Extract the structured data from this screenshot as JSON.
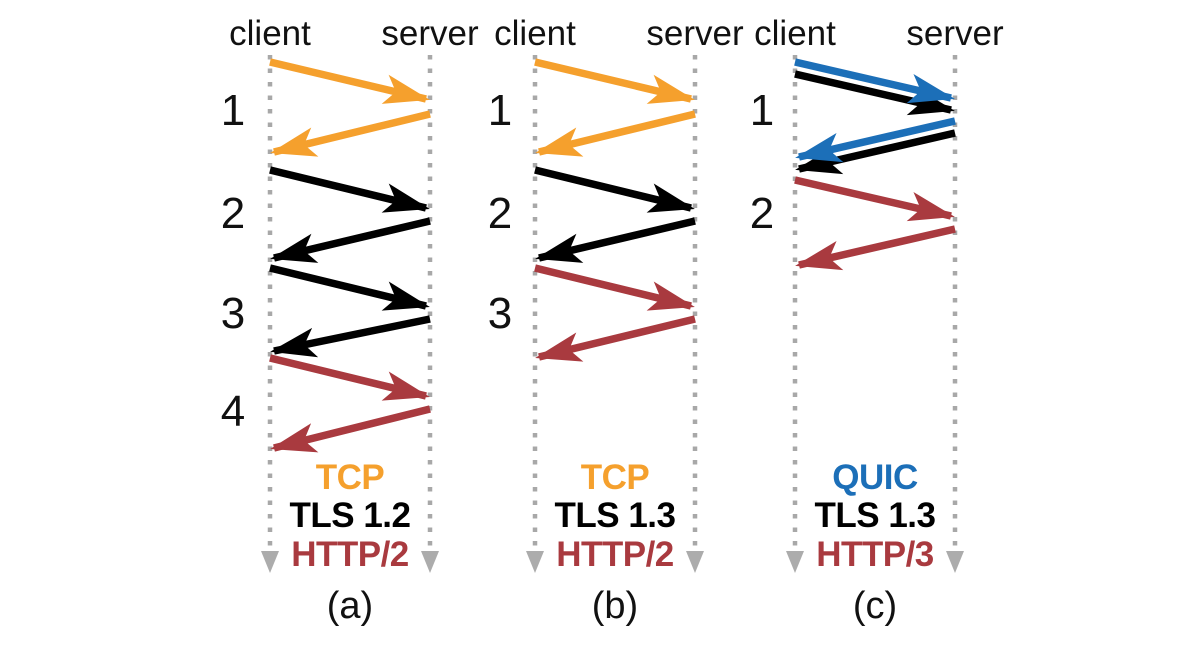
{
  "figure": {
    "description": "Round trips needed to establish a secure web connection with three protocol stacks",
    "colors": {
      "tcp_orange": "#F5A02D",
      "tls_black": "#000000",
      "http_red": "#A93A3F",
      "quic_blue": "#1C6FB8",
      "lifeline_gray": "#A8A8A8"
    }
  },
  "panels": [
    {
      "caption": "(a)",
      "client_label": "client",
      "server_label": "server",
      "round_trip_numbers": [
        "1",
        "2",
        "3",
        "4"
      ],
      "stack": [
        {
          "text": "TCP",
          "color": "#F5A02D"
        },
        {
          "text": "TLS 1.2",
          "color": "#000000"
        },
        {
          "text": "HTTP/2",
          "color": "#A93A3F"
        }
      ],
      "arrows": [
        {
          "round_trip": "1",
          "protocol": "TCP",
          "direction": "client-to-server",
          "color": "#F5A02D"
        },
        {
          "round_trip": "1",
          "protocol": "TCP",
          "direction": "server-to-client",
          "color": "#F5A02D"
        },
        {
          "round_trip": "2",
          "protocol": "TLS 1.2",
          "direction": "client-to-server",
          "color": "#000000"
        },
        {
          "round_trip": "2",
          "protocol": "TLS 1.2",
          "direction": "server-to-client",
          "color": "#000000"
        },
        {
          "round_trip": "3",
          "protocol": "TLS 1.2",
          "direction": "client-to-server",
          "color": "#000000"
        },
        {
          "round_trip": "3",
          "protocol": "TLS 1.2",
          "direction": "server-to-client",
          "color": "#000000"
        },
        {
          "round_trip": "4",
          "protocol": "HTTP/2",
          "direction": "client-to-server",
          "color": "#A93A3F"
        },
        {
          "round_trip": "4",
          "protocol": "HTTP/2",
          "direction": "server-to-client",
          "color": "#A93A3F"
        }
      ]
    },
    {
      "caption": "(b)",
      "client_label": "client",
      "server_label": "server",
      "round_trip_numbers": [
        "1",
        "2",
        "3"
      ],
      "stack": [
        {
          "text": "TCP",
          "color": "#F5A02D"
        },
        {
          "text": "TLS 1.3",
          "color": "#000000"
        },
        {
          "text": "HTTP/2",
          "color": "#A93A3F"
        }
      ],
      "arrows": [
        {
          "round_trip": "1",
          "protocol": "TCP",
          "direction": "client-to-server",
          "color": "#F5A02D"
        },
        {
          "round_trip": "1",
          "protocol": "TCP",
          "direction": "server-to-client",
          "color": "#F5A02D"
        },
        {
          "round_trip": "2",
          "protocol": "TLS 1.3",
          "direction": "client-to-server",
          "color": "#000000"
        },
        {
          "round_trip": "2",
          "protocol": "TLS 1.3",
          "direction": "server-to-client",
          "color": "#000000"
        },
        {
          "round_trip": "3",
          "protocol": "HTTP/2",
          "direction": "client-to-server",
          "color": "#A93A3F"
        },
        {
          "round_trip": "3",
          "protocol": "HTTP/2",
          "direction": "server-to-client",
          "color": "#A93A3F"
        }
      ]
    },
    {
      "caption": "(c)",
      "client_label": "client",
      "server_label": "server",
      "round_trip_numbers": [
        "1",
        "2"
      ],
      "stack": [
        {
          "text": "QUIC",
          "color": "#1C6FB8"
        },
        {
          "text": "TLS 1.3",
          "color": "#000000"
        },
        {
          "text": "HTTP/3",
          "color": "#A93A3F"
        }
      ],
      "arrows": [
        {
          "round_trip": "1",
          "protocol": "QUIC",
          "direction": "client-to-server",
          "color": "#1C6FB8"
        },
        {
          "round_trip": "1",
          "protocol": "TLS 1.3",
          "direction": "client-to-server",
          "color": "#000000"
        },
        {
          "round_trip": "1",
          "protocol": "QUIC",
          "direction": "server-to-client",
          "color": "#1C6FB8"
        },
        {
          "round_trip": "1",
          "protocol": "TLS 1.3",
          "direction": "server-to-client",
          "color": "#000000"
        },
        {
          "round_trip": "2",
          "protocol": "HTTP/3",
          "direction": "client-to-server",
          "color": "#A93A3F"
        },
        {
          "round_trip": "2",
          "protocol": "HTTP/3",
          "direction": "server-to-client",
          "color": "#A93A3F"
        }
      ]
    }
  ]
}
